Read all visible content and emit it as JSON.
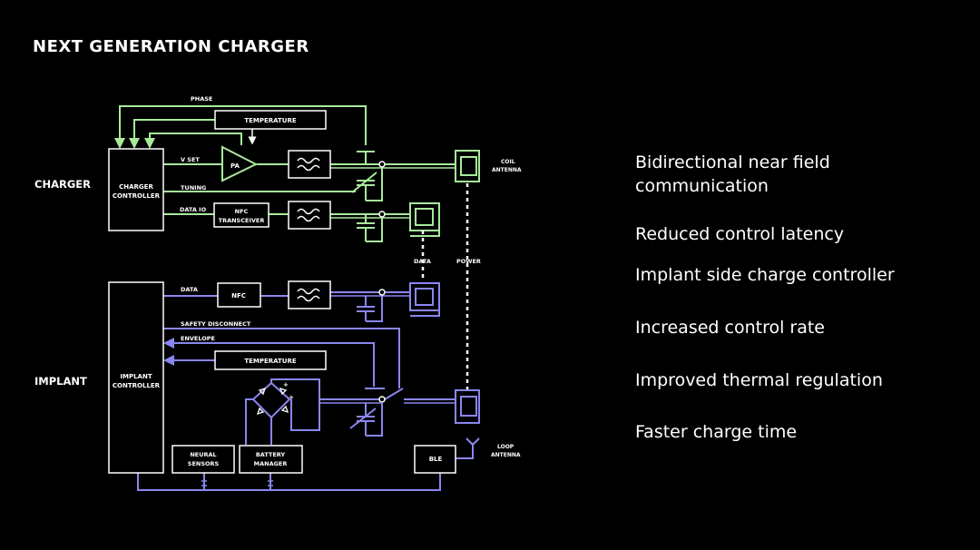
{
  "title": "NEXT GENERATION CHARGER",
  "sections": {
    "charger": "CHARGER",
    "implant": "IMPLANT"
  },
  "diagram": {
    "charger": {
      "phase": "PHASE",
      "temperature": "TEMPERATURE",
      "controller_line1": "CHARGER",
      "controller_line2": "CONTROLLER",
      "vset": "V SET",
      "pa": "PA",
      "tuning": "TUNING",
      "data_io": "DATA IO",
      "nfc_line1": "NFC",
      "nfc_line2": "TRANSCEIVER",
      "coil_line1": "COIL",
      "coil_line2": "ANTENNA"
    },
    "link": {
      "data": "DATA",
      "power": "POWER"
    },
    "implant": {
      "controller_line1": "IMPLANT",
      "controller_line2": "CONTROLLER",
      "data": "DATA",
      "nfc": "NFC",
      "safety_disconnect": "SAFETY DISCONNECT",
      "envelope": "ENVELOPE",
      "temperature": "TEMPERATURE",
      "neural_line1": "NEURAL",
      "neural_line2": "SENSORS",
      "battery_line1": "BATTERY",
      "battery_line2": "MANAGER",
      "ble": "BLE",
      "loop_line1": "LOOP",
      "loop_line2": "ANTENNA"
    },
    "colors": {
      "charger_wire": "#a8ea9c",
      "implant_wire": "#8a86f0",
      "block_border": "#ffffff"
    }
  },
  "features": [
    "Bidirectional near field communication",
    "Reduced control latency",
    "Implant side charge controller",
    "Increased control rate",
    "Improved thermal regulation",
    "Faster charge time"
  ]
}
